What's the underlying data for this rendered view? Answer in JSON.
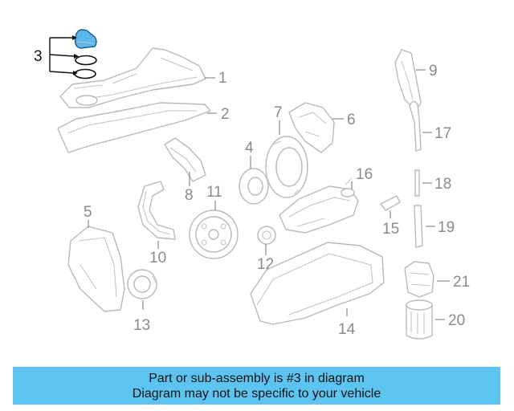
{
  "diagram": {
    "callouts": {
      "c1": "1",
      "c2": "2",
      "c3": "3",
      "c4": "4",
      "c5": "5",
      "c6": "6",
      "c7": "7",
      "c8": "8",
      "c9": "9",
      "c10": "10",
      "c11": "11",
      "c12": "12",
      "c13": "13",
      "c14": "14",
      "c15": "15",
      "c16": "16",
      "c17": "17",
      "c18": "18",
      "c19": "19",
      "c20": "20",
      "c21": "21"
    },
    "highlight_part": "3",
    "highlight_color": "#5bb8ec",
    "line_color": "#b9b9b9"
  },
  "banner": {
    "line1": "Part or sub-assembly is #3 in diagram",
    "line2": "Diagram may not be specific to your vehicle",
    "background": "#5bc4f1"
  }
}
